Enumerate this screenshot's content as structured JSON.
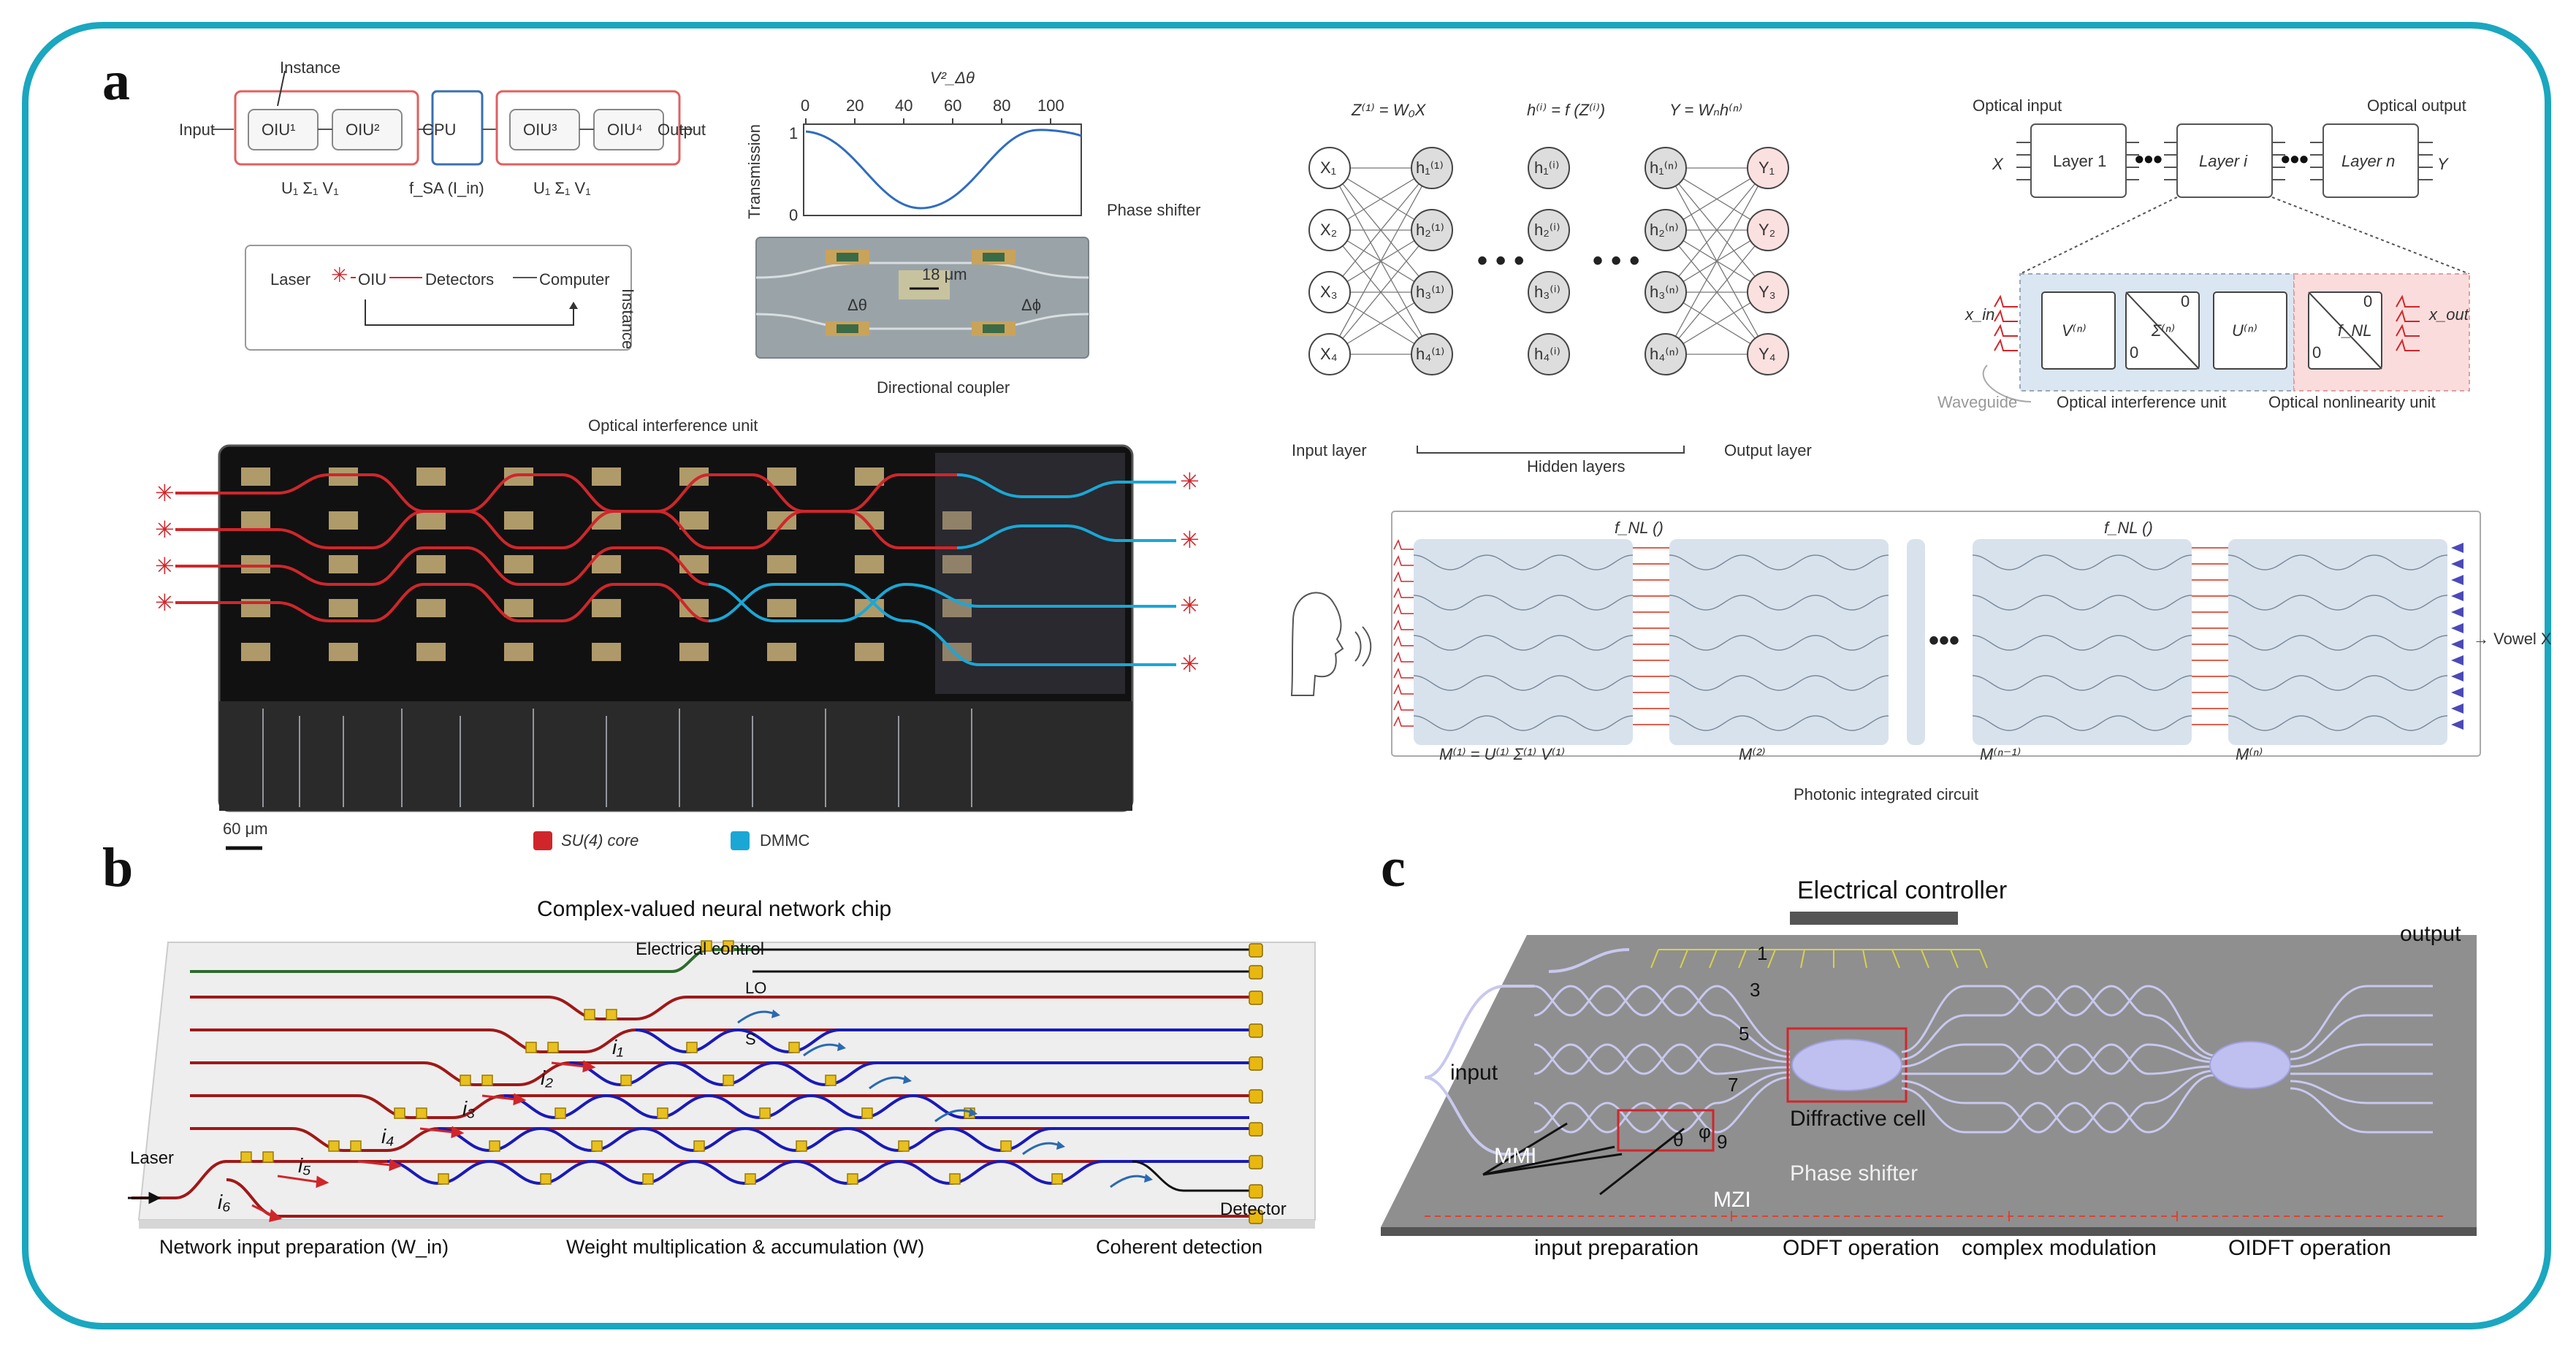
{
  "panels": {
    "a": "a",
    "b": "b",
    "c": "c"
  },
  "a_left": {
    "instance": "Instance",
    "input": "Input",
    "output": "Output",
    "oiu1": "OIU¹",
    "oiu2": "OIU²",
    "cpu": "CPU",
    "oiu3": "OIU³",
    "oiu4": "OIU⁴",
    "usv_left": "U₁ Σ₁ V₁",
    "fsa": "f_SA (I_in)",
    "usv_right": "U₁ Σ₁ V₁",
    "laser": "Laser",
    "oiu": "OIU",
    "detectors": "Detectors",
    "computer": "Computer",
    "instance_side": "Instance",
    "transmission": "Transmission",
    "v_label": "V²_Δθ",
    "ticks_x": [
      "0",
      "20",
      "40",
      "60",
      "80",
      "100"
    ],
    "tick_y1": "1",
    "tick_y0": "0",
    "phase_shifter": "Phase shifter",
    "um18": "18 μm",
    "dtheta": "Δθ",
    "dphi": "Δϕ",
    "directional_coupler": "Directional coupler",
    "oiu_title": "Optical interference unit",
    "scale": "60 μm",
    "legend_su4": "SU(4) core",
    "legend_dmmc": "DMMC",
    "color_red": "#d0262b",
    "color_cyan": "#1aa7d6"
  },
  "a_mid": {
    "eq1": "Z⁽¹⁾ = W₀X",
    "eq2": "h⁽ⁱ⁾ = f (Z⁽ⁱ⁾)",
    "eq3": "Y = Wₙh⁽ⁿ⁾",
    "x_nodes": [
      "X₁",
      "X₂",
      "X₃",
      "X₄"
    ],
    "h1_nodes": [
      "h₁⁽¹⁾",
      "h₂⁽¹⁾",
      "h₃⁽¹⁾",
      "h₄⁽¹⁾"
    ],
    "hi_nodes": [
      "h₁⁽ⁱ⁾",
      "h₂⁽ⁱ⁾",
      "h₃⁽ⁱ⁾",
      "h₄⁽ⁱ⁾"
    ],
    "hn_nodes": [
      "h₁⁽ⁿ⁾",
      "h₂⁽ⁿ⁾",
      "h₃⁽ⁿ⁾",
      "h₄⁽ⁿ⁾"
    ],
    "y_nodes": [
      "Y₁",
      "Y₂",
      "Y₃",
      "Y₄"
    ],
    "input_layer": "Input layer",
    "hidden_layers": "Hidden layers",
    "output_layer": "Output layer"
  },
  "a_right": {
    "optical_input": "Optical input",
    "optical_output": "Optical output",
    "x": "X",
    "y": "Y",
    "layer1": "Layer 1",
    "layeri": "Layer i",
    "layern": "Layer n",
    "xin": "x_in",
    "xout": "x_out",
    "vn": "V⁽ⁿ⁾",
    "sn": "Σ⁽ⁿ⁾",
    "un": "U⁽ⁿ⁾",
    "fnl": "f_NL",
    "zero": "0",
    "waveguide": "Waveguide",
    "oiu": "Optical interference unit",
    "onu": "Optical nonlinearity unit"
  },
  "a_pic": {
    "fnl1": "f_NL ()",
    "fnl2": "f_NL ()",
    "vowel": "→ Vowel X",
    "m1": "M⁽¹⁾ = U⁽¹⁾ Σ⁽¹⁾ V⁽¹⁾",
    "m2": "M⁽²⁾",
    "mn1": "M⁽ⁿ⁻¹⁾",
    "mn": "M⁽ⁿ⁾",
    "pic": "Photonic integrated circuit"
  },
  "b": {
    "title": "Complex-valued neural network chip",
    "electrical_control": "Electrical control",
    "lo": "LO",
    "s": "S",
    "laser": "Laser",
    "detector": "Detector",
    "i_labels": [
      "i₁",
      "i₂",
      "i₃",
      "i₄",
      "i₅",
      "i₆"
    ],
    "bottom_left": "Network input preparation (W_in)",
    "bottom_mid": "Weight multiplication & accumulation (W)",
    "bottom_right": "Coherent detection"
  },
  "c": {
    "electrical_controller": "Electrical controller",
    "output": "output",
    "input": "input",
    "numbers": [
      "1",
      "3",
      "5",
      "7",
      "9"
    ],
    "theta": "θ",
    "phi": "φ",
    "mmi": "MMI",
    "mzi": "MZI",
    "diffractive_cell": "Diffractive cell",
    "phase_shifter": "Phase shifter",
    "input_preparation": "input preparation",
    "odft": "ODFT operation",
    "complex_modulation": "complex modulation",
    "oidft": "OIDFT operation"
  }
}
